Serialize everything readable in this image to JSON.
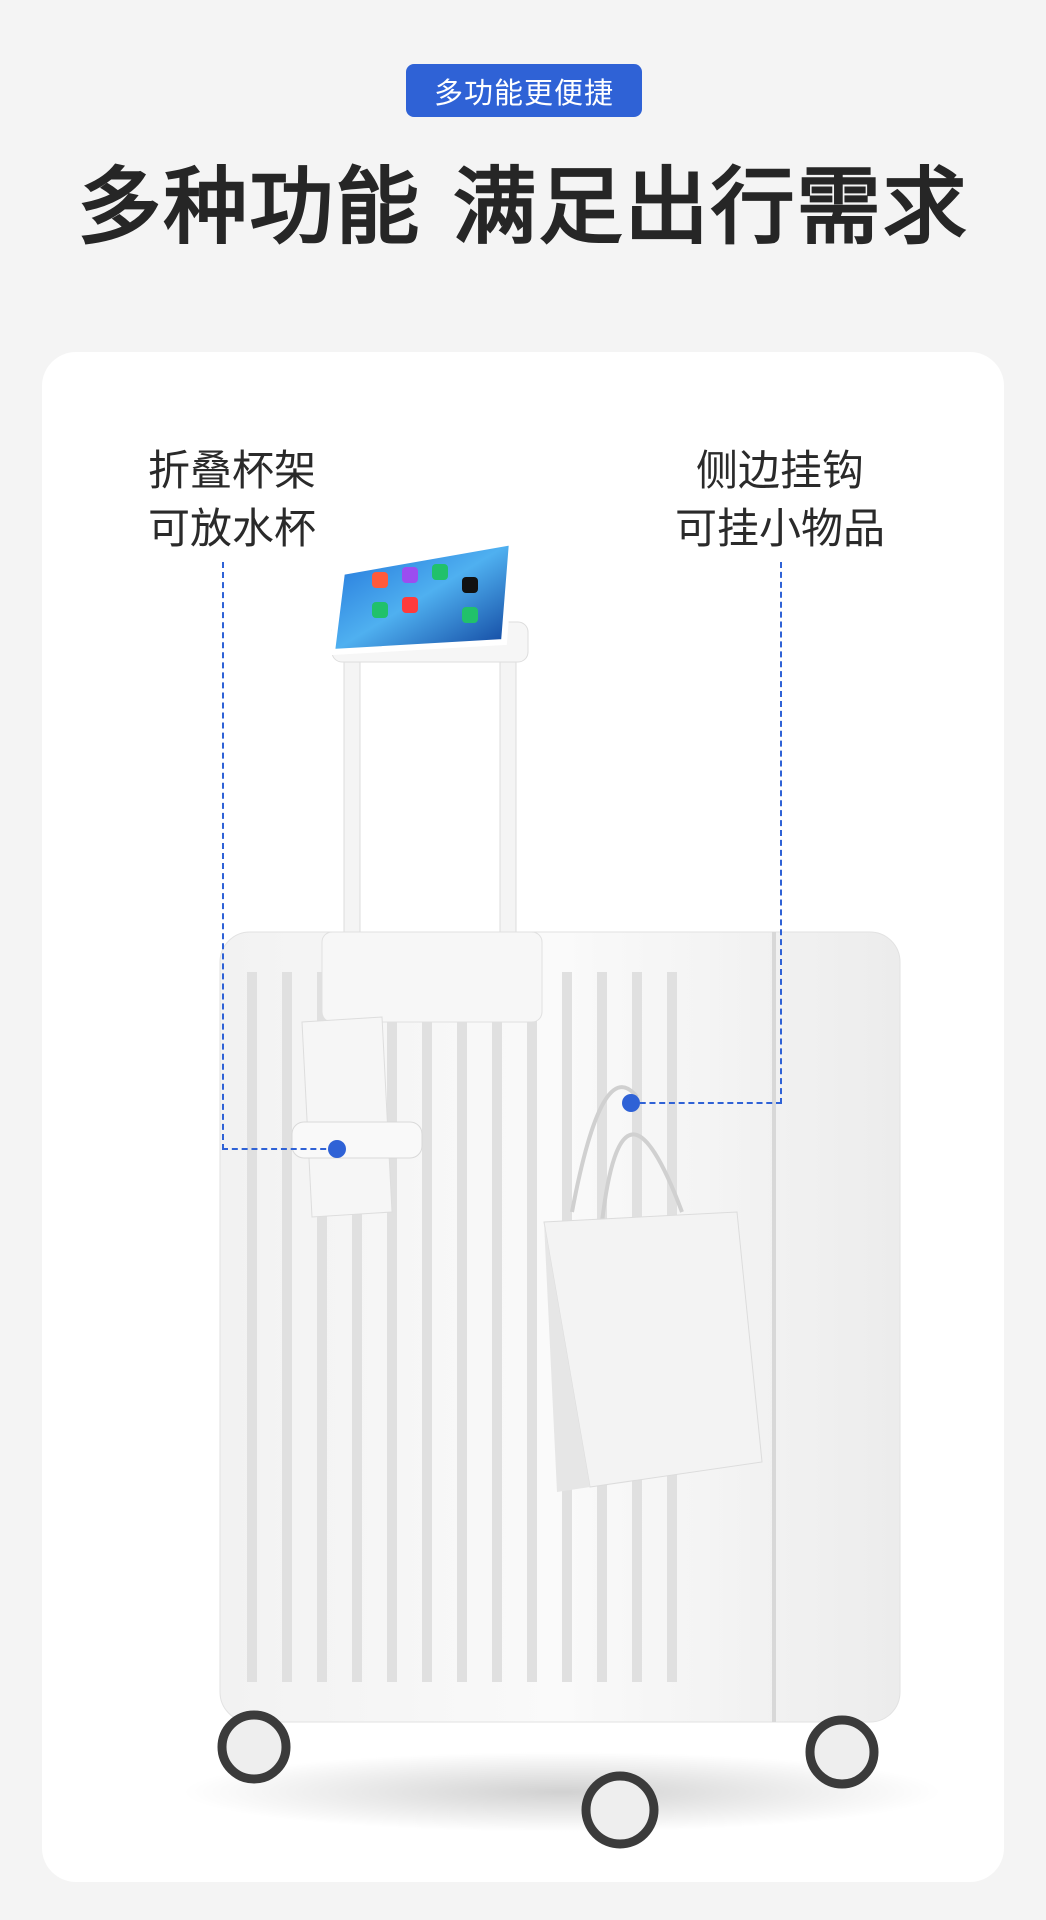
{
  "header": {
    "badge": "多功能更便捷",
    "headline": "多种功能 满足出行需求"
  },
  "colors": {
    "accent": "#2f62d6",
    "text": "#262626",
    "background": "#f4f4f4",
    "card": "#ffffff"
  },
  "features": [
    {
      "line1": "折叠杯架",
      "line2": "可放水杯"
    },
    {
      "line1": "侧边挂钩",
      "line2": "可挂小物品"
    }
  ],
  "product": {
    "subject": "white-suitcase",
    "accessories": [
      "phone-holder",
      "cup-holder",
      "side-hook",
      "paper-bag"
    ]
  }
}
